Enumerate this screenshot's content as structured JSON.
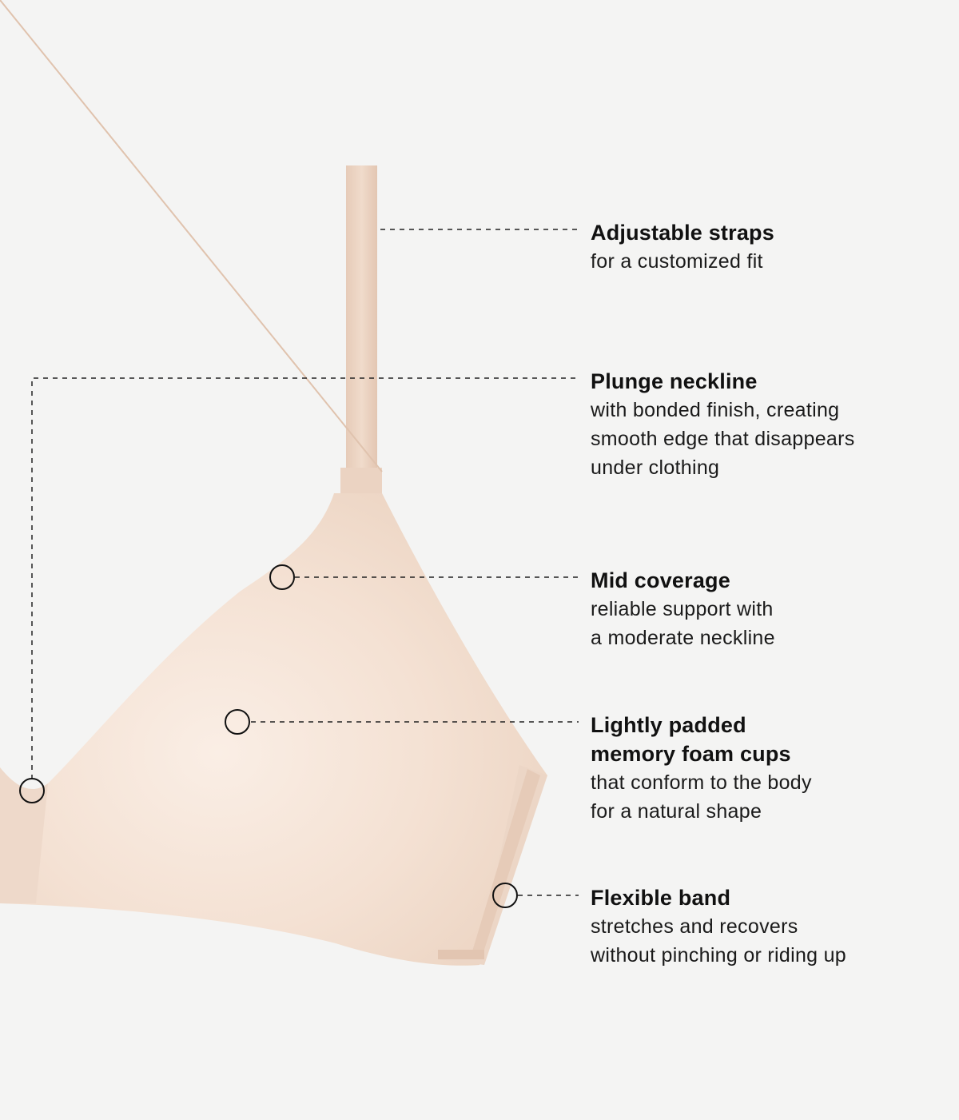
{
  "colors": {
    "background": "#f4f4f3",
    "fabric_base": "#f2dfd0",
    "fabric_highlight": "#f9ede3",
    "fabric_shadow": "#e9cfbd",
    "strap": "#ecd4c3",
    "leader_line": "#222222",
    "text": "#111111"
  },
  "features": [
    {
      "id": "straps",
      "title": "Adjustable straps",
      "description_lines": [
        "for a customized fit"
      ]
    },
    {
      "id": "plunge",
      "title": "Plunge neckline",
      "description_lines": [
        "with bonded finish, creating",
        "smooth edge that disappears",
        "under clothing"
      ]
    },
    {
      "id": "mid",
      "title": "Mid coverage",
      "description_lines": [
        "reliable support with",
        "a moderate neckline"
      ]
    },
    {
      "id": "padded",
      "title": "Lightly padded memory foam cups",
      "title_lines": [
        "Lightly padded",
        "memory foam cups"
      ],
      "description_lines": [
        "that conform to the body",
        "for a natural shape"
      ]
    },
    {
      "id": "band",
      "title": "Flexible band",
      "description_lines": [
        "stretches and recovers",
        "without pinching or riding up"
      ]
    }
  ],
  "icons": {
    "marker": "hollow-circle-marker-icon"
  }
}
